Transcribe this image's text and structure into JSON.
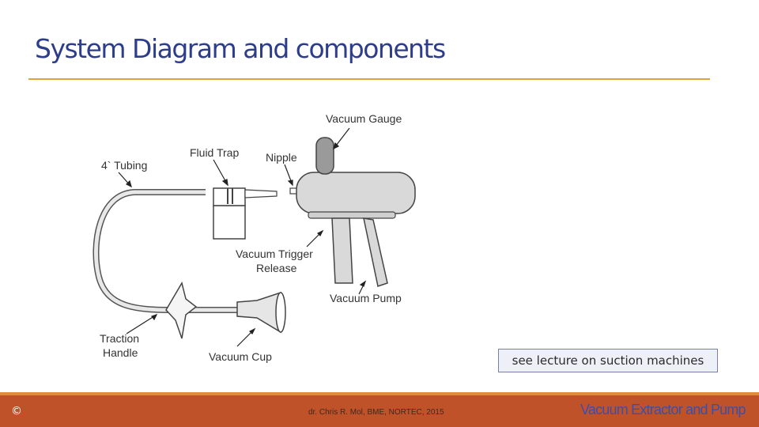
{
  "slide": {
    "title": "System Diagram and components"
  },
  "diagram": {
    "labels": {
      "tubing": "4` Tubing",
      "fluid_trap": "Fluid Trap",
      "nipple": "Nipple",
      "vacuum_gauge": "Vacuum Gauge",
      "trigger_line1": "Vacuum Trigger",
      "trigger_line2": "Release",
      "vacuum_pump": "Vacuum Pump",
      "traction_line1": "Traction",
      "traction_line2": "Handle",
      "vacuum_cup": "Vacuum Cup"
    }
  },
  "note": "see lecture on suction machines",
  "footer": {
    "copyright": "©",
    "credit": "dr. Chris R. Mol, BME, NORTEC, 2015",
    "deck_title": "Vacuum Extractor and Pump"
  },
  "colors": {
    "title": "#2d3d8a",
    "rule": "#e0a23a",
    "footer": "#c0522a",
    "footer_accent": "#e08a3c"
  }
}
